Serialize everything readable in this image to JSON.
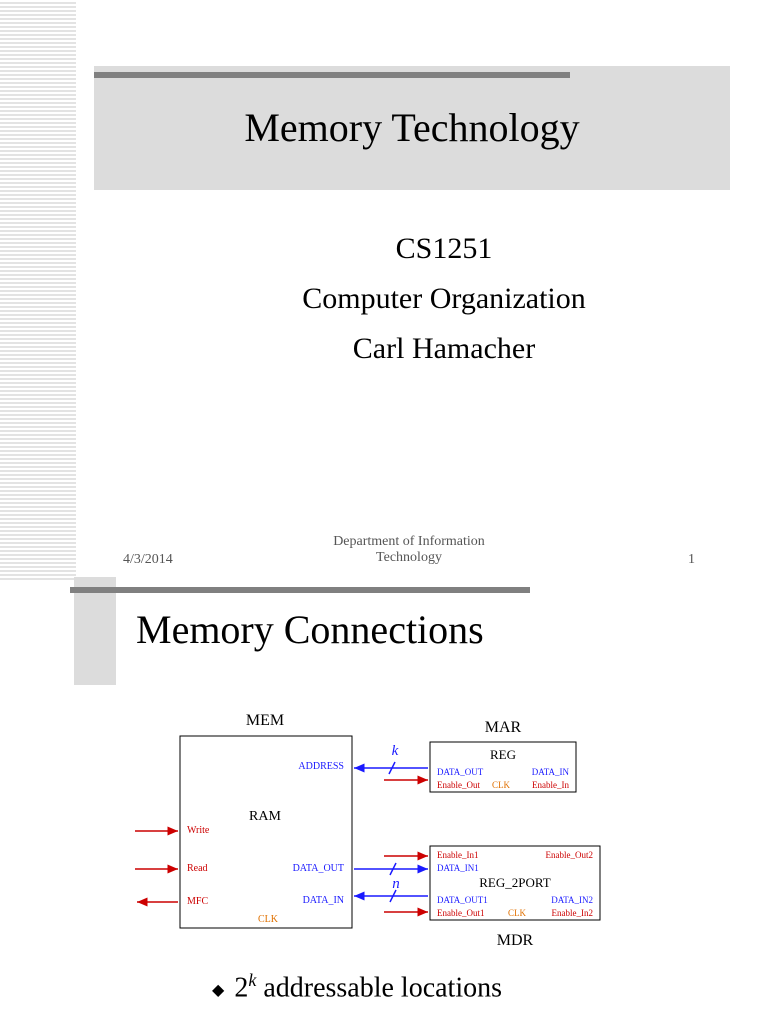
{
  "slide1": {
    "title": "Memory Technology",
    "subtitle_lines": [
      "CS1251",
      "Computer Organization",
      "Carl Hamacher"
    ],
    "footer": {
      "date": "4/3/2014",
      "department_line1": "Department of Information",
      "department_line2": "Technology",
      "page": "1"
    }
  },
  "slide2": {
    "title": "Memory Connections",
    "diagram": {
      "mem": {
        "title": "MEM",
        "label": "RAM",
        "address": "ADDRESS",
        "write": "Write",
        "read": "Read",
        "mfc": "MFC",
        "data_out": "DATA_OUT",
        "data_in": "DATA_IN",
        "clk": "CLK"
      },
      "mar": {
        "title": "MAR",
        "reg": "REG",
        "data_out": "DATA_OUT",
        "data_in": "DATA_IN",
        "enable_out": "Enable_Out",
        "clk": "CLK",
        "enable_in": "Enable_In"
      },
      "mdr": {
        "title": "MDR",
        "reg": "REG_2PORT",
        "enable_in1": "Enable_In1",
        "enable_out2": "Enable_Out2",
        "data_in1": "DATA_IN1",
        "data_out1": "DATA_OUT1",
        "data_in2": "DATA_IN2",
        "enable_out1": "Enable_Out1",
        "clk": "CLK",
        "enable_in2": "Enable_In2"
      },
      "bus_labels": {
        "address_width": "k",
        "data_width": "n"
      },
      "colors": {
        "blue": "#1a1aff",
        "red": "#cc0000",
        "orange": "#e07000"
      }
    },
    "bullet": {
      "base": "2",
      "exp": "k",
      "text": " addressable locations"
    }
  }
}
